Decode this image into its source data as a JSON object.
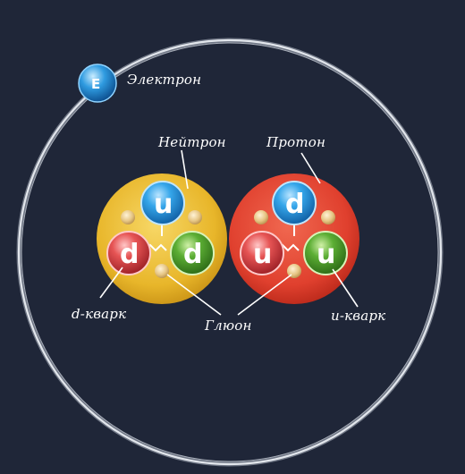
{
  "labels": {
    "electron": "Электрон",
    "neutron": "Нейтрон",
    "proton": "Протон",
    "d_quark": "d-кварк",
    "gluon": "Глюон",
    "u_quark": "u-кварк"
  },
  "electron_symbol": "E",
  "neutron_quarks": [
    "u",
    "d",
    "d"
  ],
  "proton_quarks": [
    "d",
    "u",
    "u"
  ],
  "colors": {
    "background": "#1f2638",
    "neutron": "#e8b62a",
    "proton": "#e0402e",
    "quark_blue": "#2f9be0",
    "quark_red": "#e04a4a",
    "quark_green": "#4f9f2e",
    "gluon": "#e6c583",
    "orbit": "#c8cdd6"
  }
}
